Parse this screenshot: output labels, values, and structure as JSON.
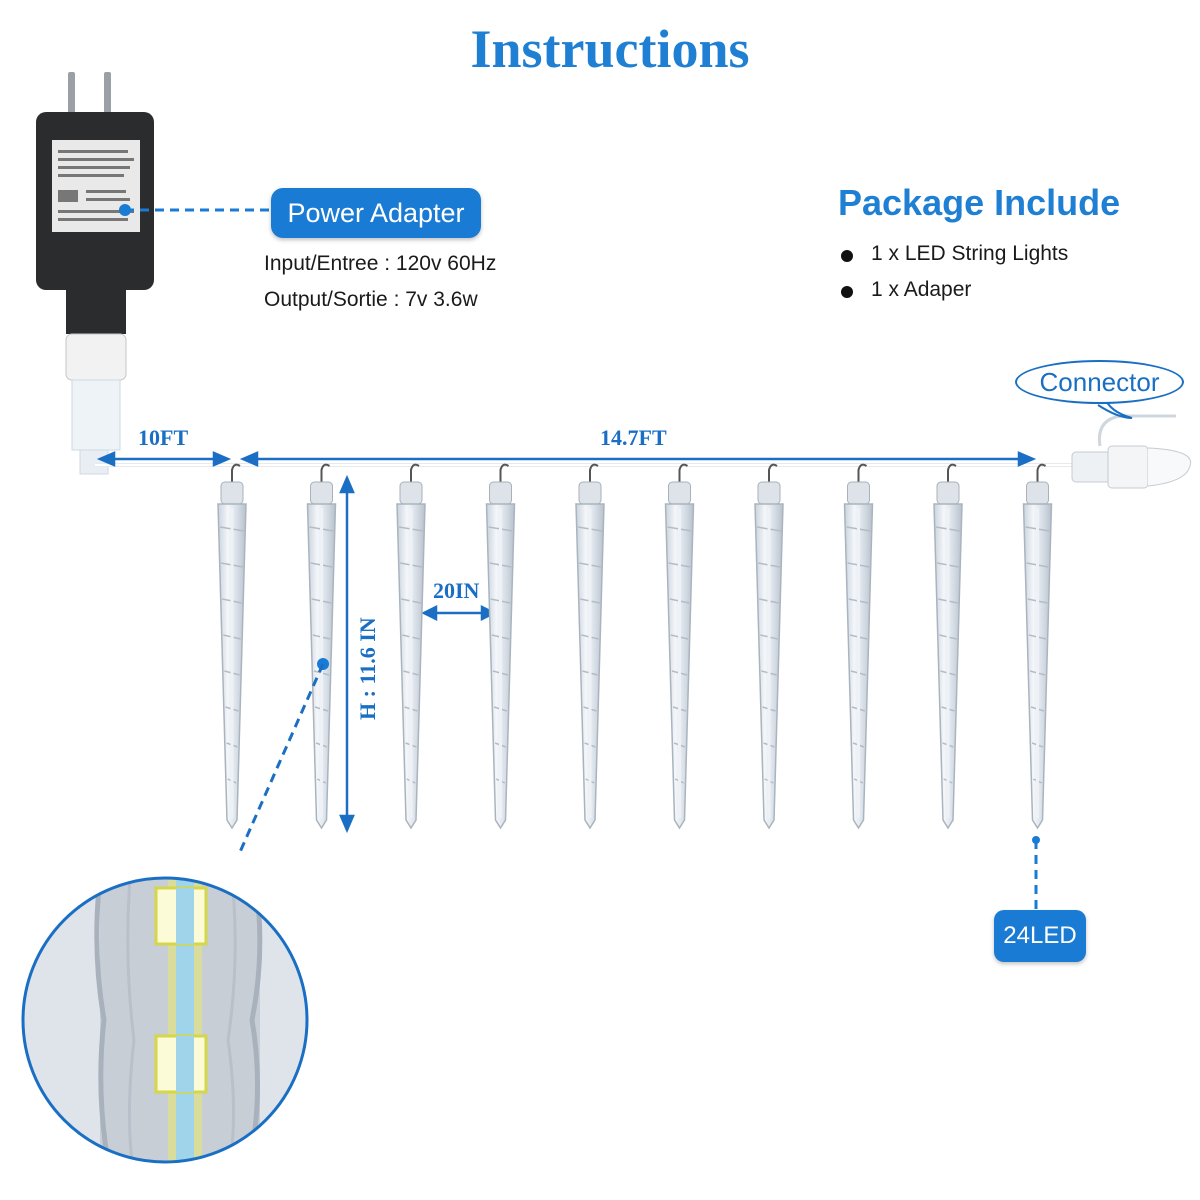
{
  "title": "Instructions",
  "power_adapter": {
    "label": "Power Adapter",
    "input": "Input/Entree : 120v  60Hz",
    "output": "Output/Sortie : 7v  3.6w"
  },
  "package": {
    "title": "Package Include",
    "items": [
      "1 x LED String Lights",
      "1 x Adaper"
    ]
  },
  "connector_label": "Connector",
  "dimensions": {
    "lead": "10FT",
    "length": "14.7FT",
    "spacing": "20IN",
    "height": "H : 11.6 IN"
  },
  "led_label": "24LED",
  "tube_count": 10,
  "colors": {
    "accent": "#1f7fd3",
    "pill": "#1a7bd4",
    "wire": "#ffffff",
    "led_highlight": "#e8e86a"
  }
}
